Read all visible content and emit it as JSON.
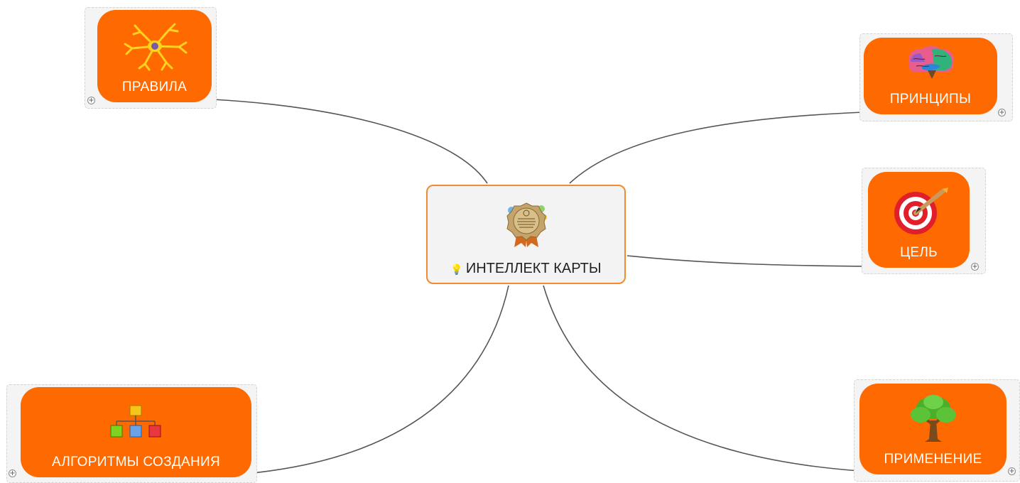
{
  "central_topic": {
    "label": "ИНТЕЛЛЕКТ КАРТЫ",
    "marker_icon": "lightbulb-icon",
    "image_icon": "medal-badge-icon"
  },
  "topics": {
    "rules": {
      "label": "ПРАВИЛА",
      "icon": "neuron-icon"
    },
    "principles": {
      "label": "ПРИНЦИПЫ",
      "icon": "brain-icon"
    },
    "goal": {
      "label": "ЦЕЛЬ",
      "icon": "target-icon"
    },
    "algorithms": {
      "label": "АЛГОРИТМЫ СОЗДАНИЯ",
      "icon": "hierarchy-icon"
    },
    "application": {
      "label": "ПРИМЕНЕНИЕ",
      "icon": "tree-icon"
    }
  },
  "expander_symbol": "+",
  "colors": {
    "topic_fill": "#ff6a00",
    "central_border": "#f28b2f",
    "connector": "#555555"
  }
}
